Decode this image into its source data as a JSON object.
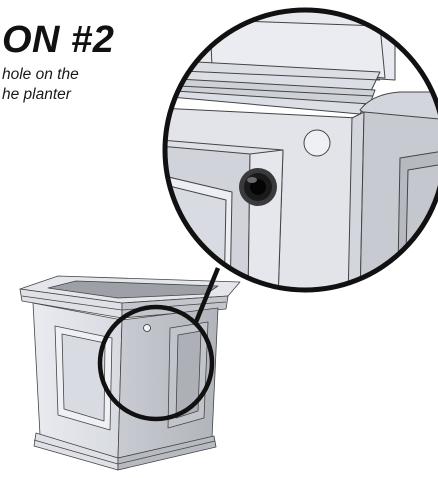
{
  "heading": "ON #2",
  "caption": {
    "line1": "hole on the",
    "line2": "he planter"
  },
  "colors": {
    "outline": "#111111",
    "planter_light": "#eef0f5",
    "planter_mid": "#d4d6dd",
    "planter_dark": "#a6a8b0",
    "hole_fill": "#222222",
    "background": "#ffffff"
  },
  "icons": [
    "planter-illustration",
    "drain-hole-marker",
    "magnifier-circle",
    "drain-hole-closeup-icon"
  ]
}
